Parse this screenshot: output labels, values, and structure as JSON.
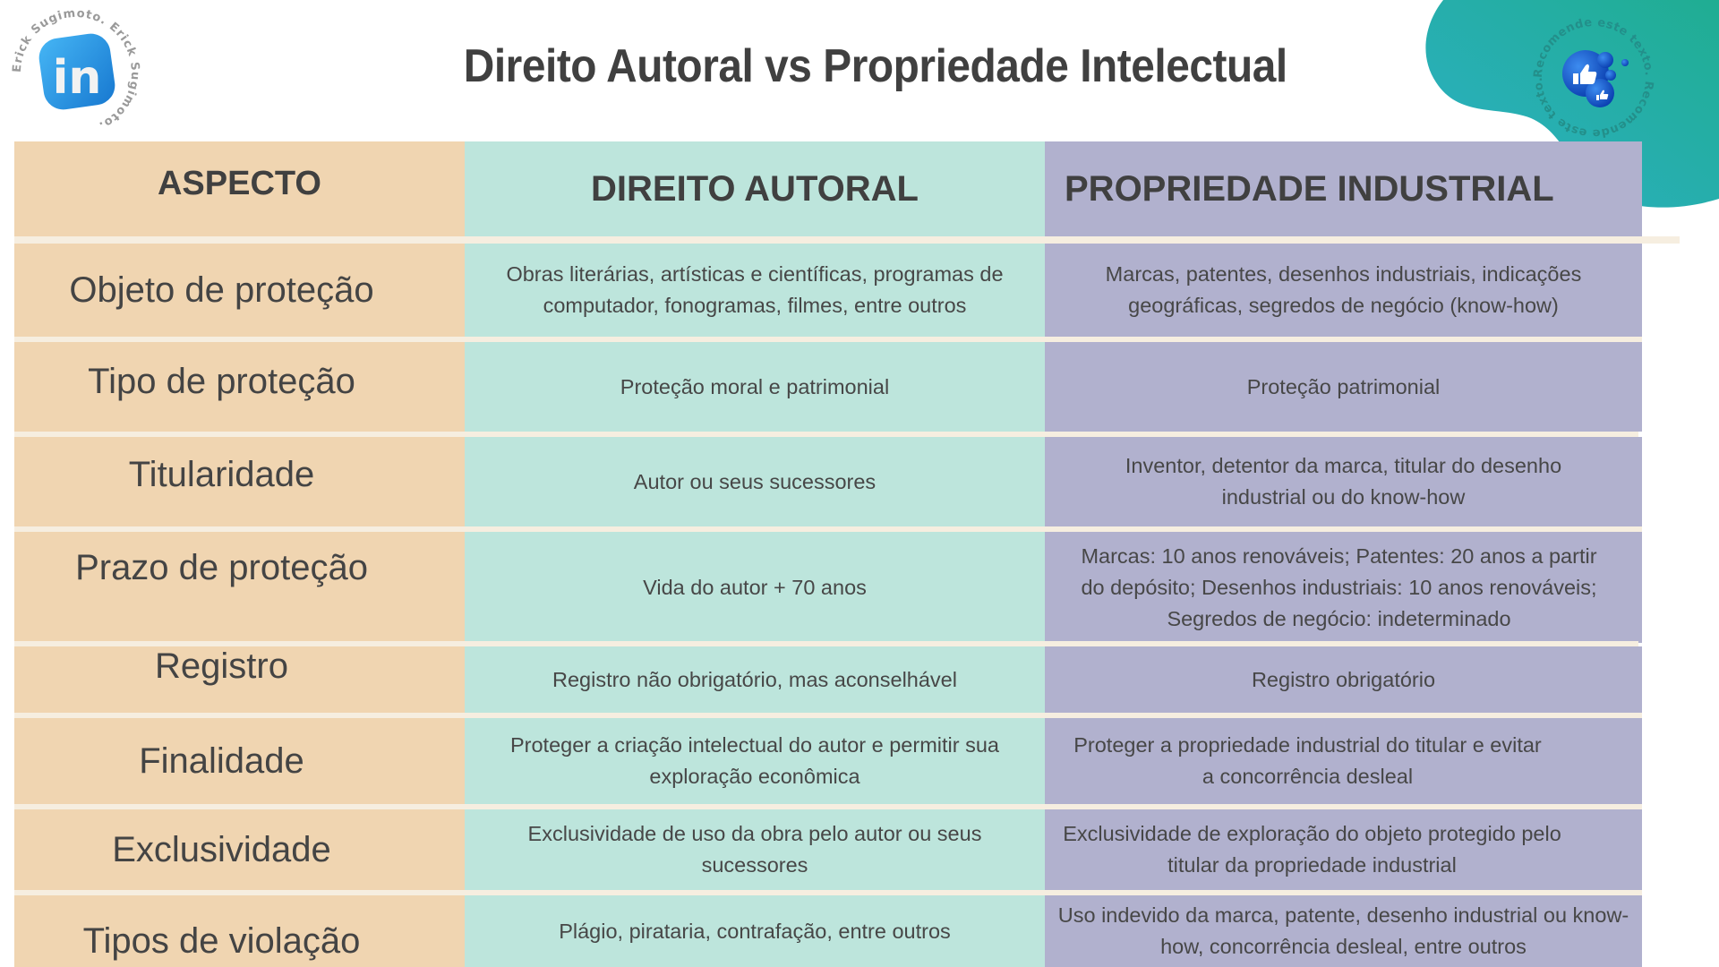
{
  "page": {
    "title": "Direito Autoral vs Propriedade Intelectual",
    "logo_left": {
      "icon": "linkedin-icon",
      "glyph": "in",
      "ring_text": "Erick Sugimoto. Erick Sugimoto. "
    },
    "badge_right": {
      "icon": "thumbs-up-bubbles-icon",
      "ring_text": "Recomende este texto. Recomende este texto. "
    }
  },
  "colors": {
    "aspect_col": "#f0d5b1",
    "direito_col": "#bde5dc",
    "propriedade_col": "#b1b1ce",
    "divider": "#f6eee0",
    "text": "#424242",
    "blob_start": "#2bb0c4",
    "blob_end": "#22ad96",
    "linkedin_blue": "#1f8fe0"
  },
  "table": {
    "headers": {
      "aspect": "ASPECTO",
      "direito": "DIREITO AUTORAL",
      "propriedade": "PROPRIEDADE INDUSTRIAL"
    },
    "rows": [
      {
        "aspect": "Objeto de proteção",
        "direito": "Obras literárias, artísticas e científicas, programas de computador, fonogramas, filmes, entre outros",
        "propriedade": "Marcas, patentes, desenhos industriais, indicações geográficas, segredos de negócio (know-how)"
      },
      {
        "aspect": "Tipo de proteção",
        "direito": "Proteção moral e patrimonial",
        "propriedade": "Proteção patrimonial"
      },
      {
        "aspect": "Titularidade",
        "direito": "Autor ou seus sucessores",
        "propriedade": "Inventor, detentor da marca, titular do desenho industrial ou do know-how"
      },
      {
        "aspect": "Prazo de proteção",
        "direito": "Vida do autor + 70 anos",
        "propriedade": "Marcas: 10 anos renováveis; Patentes: 20 anos a partir do depósito; Desenhos industriais: 10 anos renováveis; Segredos de negócio: indeterminado"
      },
      {
        "aspect": "Registro",
        "direito": "Registro não obrigatório, mas aconselhável",
        "propriedade": "Registro obrigatório"
      },
      {
        "aspect": "Finalidade",
        "direito": "Proteger a criação intelectual do autor e permitir sua exploração econômica",
        "propriedade": "Proteger a propriedade industrial do titular e evitar a concorrência desleal"
      },
      {
        "aspect": "Exclusividade",
        "direito": "Exclusividade de uso da obra pelo autor ou seus sucessores",
        "propriedade": "Exclusividade de exploração do objeto protegido pelo titular da propriedade industrial"
      },
      {
        "aspect": "Tipos de violação",
        "direito": "Plágio, pirataria, contrafação, entre outros",
        "propriedade": "Uso indevido da marca, patente, desenho industrial ou know-how, concorrência desleal, entre outros"
      }
    ]
  }
}
